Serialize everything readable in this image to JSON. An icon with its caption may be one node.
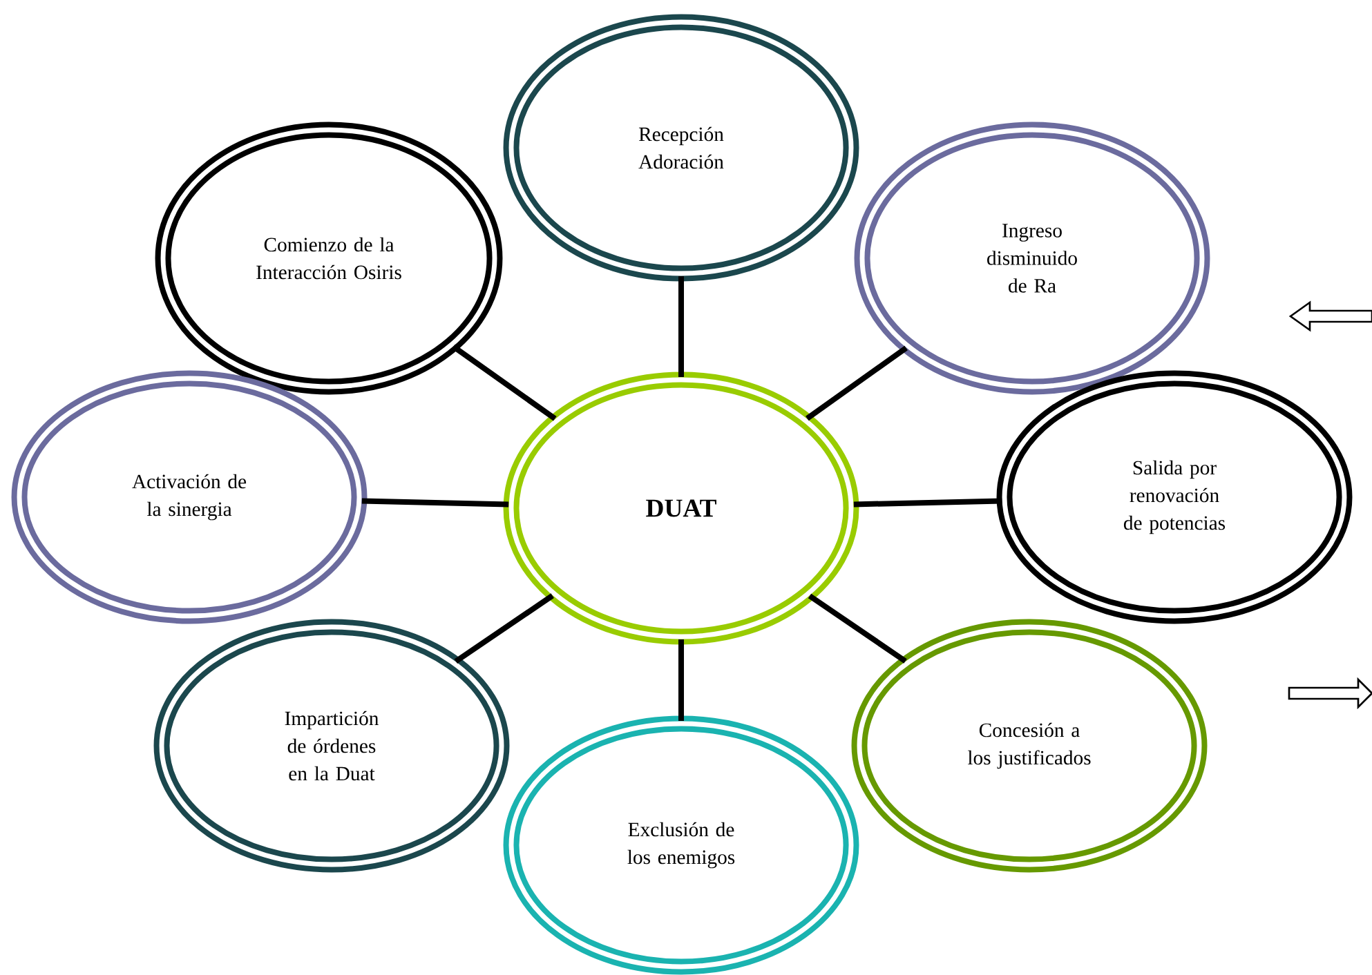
{
  "diagram": {
    "nodes": [
      {
        "text": [
          "DUAT"
        ]
      },
      {
        "text": [
          "Recepción Adoración"
        ]
      },
      {
        "text": [
          "Comienzo de la Interacción Osiris"
        ]
      },
      {
        "text": [
          "Ingreso disminuido de Ra"
        ]
      },
      {
        "text": [
          "Activación de la sinergia"
        ]
      },
      {
        "text": [
          "Salida por renovación de potencias"
        ]
      },
      {
        "text": [
          "Impartición de órdenes en la Duat"
        ]
      },
      {
        "text": [
          "Exclusión de los enemigos"
        ]
      },
      {
        "text": [
          "Concesión a los justificados"
        ]
      }
    ],
    "edges": [
      {
        "from": 0,
        "to": 1,
        "arrow": "none"
      },
      {
        "from": 0,
        "to": 2,
        "arrow": "none"
      },
      {
        "from": 0,
        "to": 3,
        "arrow": "none"
      },
      {
        "from": 0,
        "to": 4,
        "arrow": "none"
      },
      {
        "from": 0,
        "to": 5,
        "arrow": "none"
      },
      {
        "from": 0,
        "to": 6,
        "arrow": "none"
      },
      {
        "from": 0,
        "to": 7,
        "arrow": "none"
      },
      {
        "from": 0,
        "to": 8,
        "arrow": "none"
      }
    ]
  }
}
